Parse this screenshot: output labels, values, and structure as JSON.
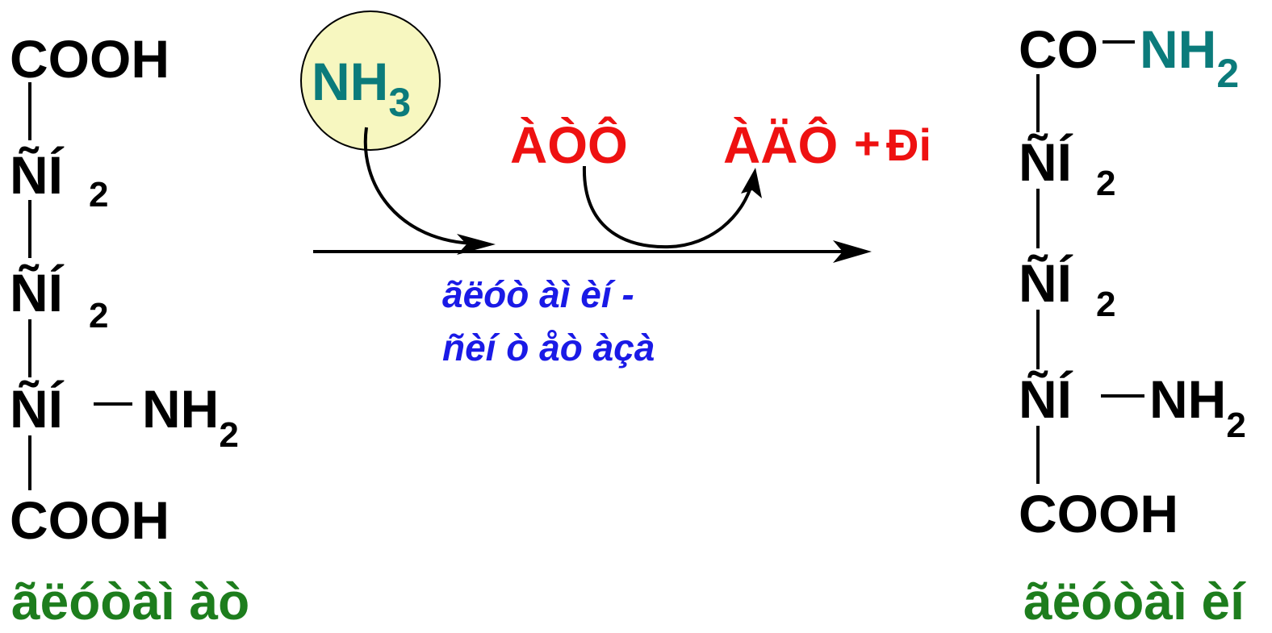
{
  "left_molecule": {
    "top_group": "COOH",
    "chain": [
      {
        "label": "ÑÍ",
        "sub": "2"
      },
      {
        "label": "ÑÍ",
        "sub": "2"
      },
      {
        "label": "ÑÍ",
        "side": "NH",
        "side_sub": "2"
      }
    ],
    "bottom_group": "COOH",
    "name": "ãëóòàì àò"
  },
  "reagent": {
    "label": "NH",
    "sub": "3",
    "circle_color": "#f7f7c0",
    "text_color": "#0b7b7b"
  },
  "cofactor": {
    "in_label": "ÀÒÔ",
    "out_label": "ÀÄÔ",
    "plus": "+",
    "out_extra": "Ði",
    "color": "#ee1111"
  },
  "enzyme": {
    "line1": "ãëóò àì èí -",
    "line2": "ñèí ò åò àçà",
    "color": "#1a1ae6"
  },
  "right_molecule": {
    "top_group": "CO",
    "top_side": "NH",
    "top_side_sub": "2",
    "chain": [
      {
        "label": "ÑÍ",
        "sub": "2"
      },
      {
        "label": "ÑÍ",
        "sub": "2"
      },
      {
        "label": "ÑÍ",
        "side": "NH",
        "side_sub": "2"
      }
    ],
    "bottom_group": "COOH",
    "name": "ãëóòàì èí"
  },
  "colors": {
    "name_green": "#1d7d1d",
    "amide_teal": "#0b7b7b"
  }
}
